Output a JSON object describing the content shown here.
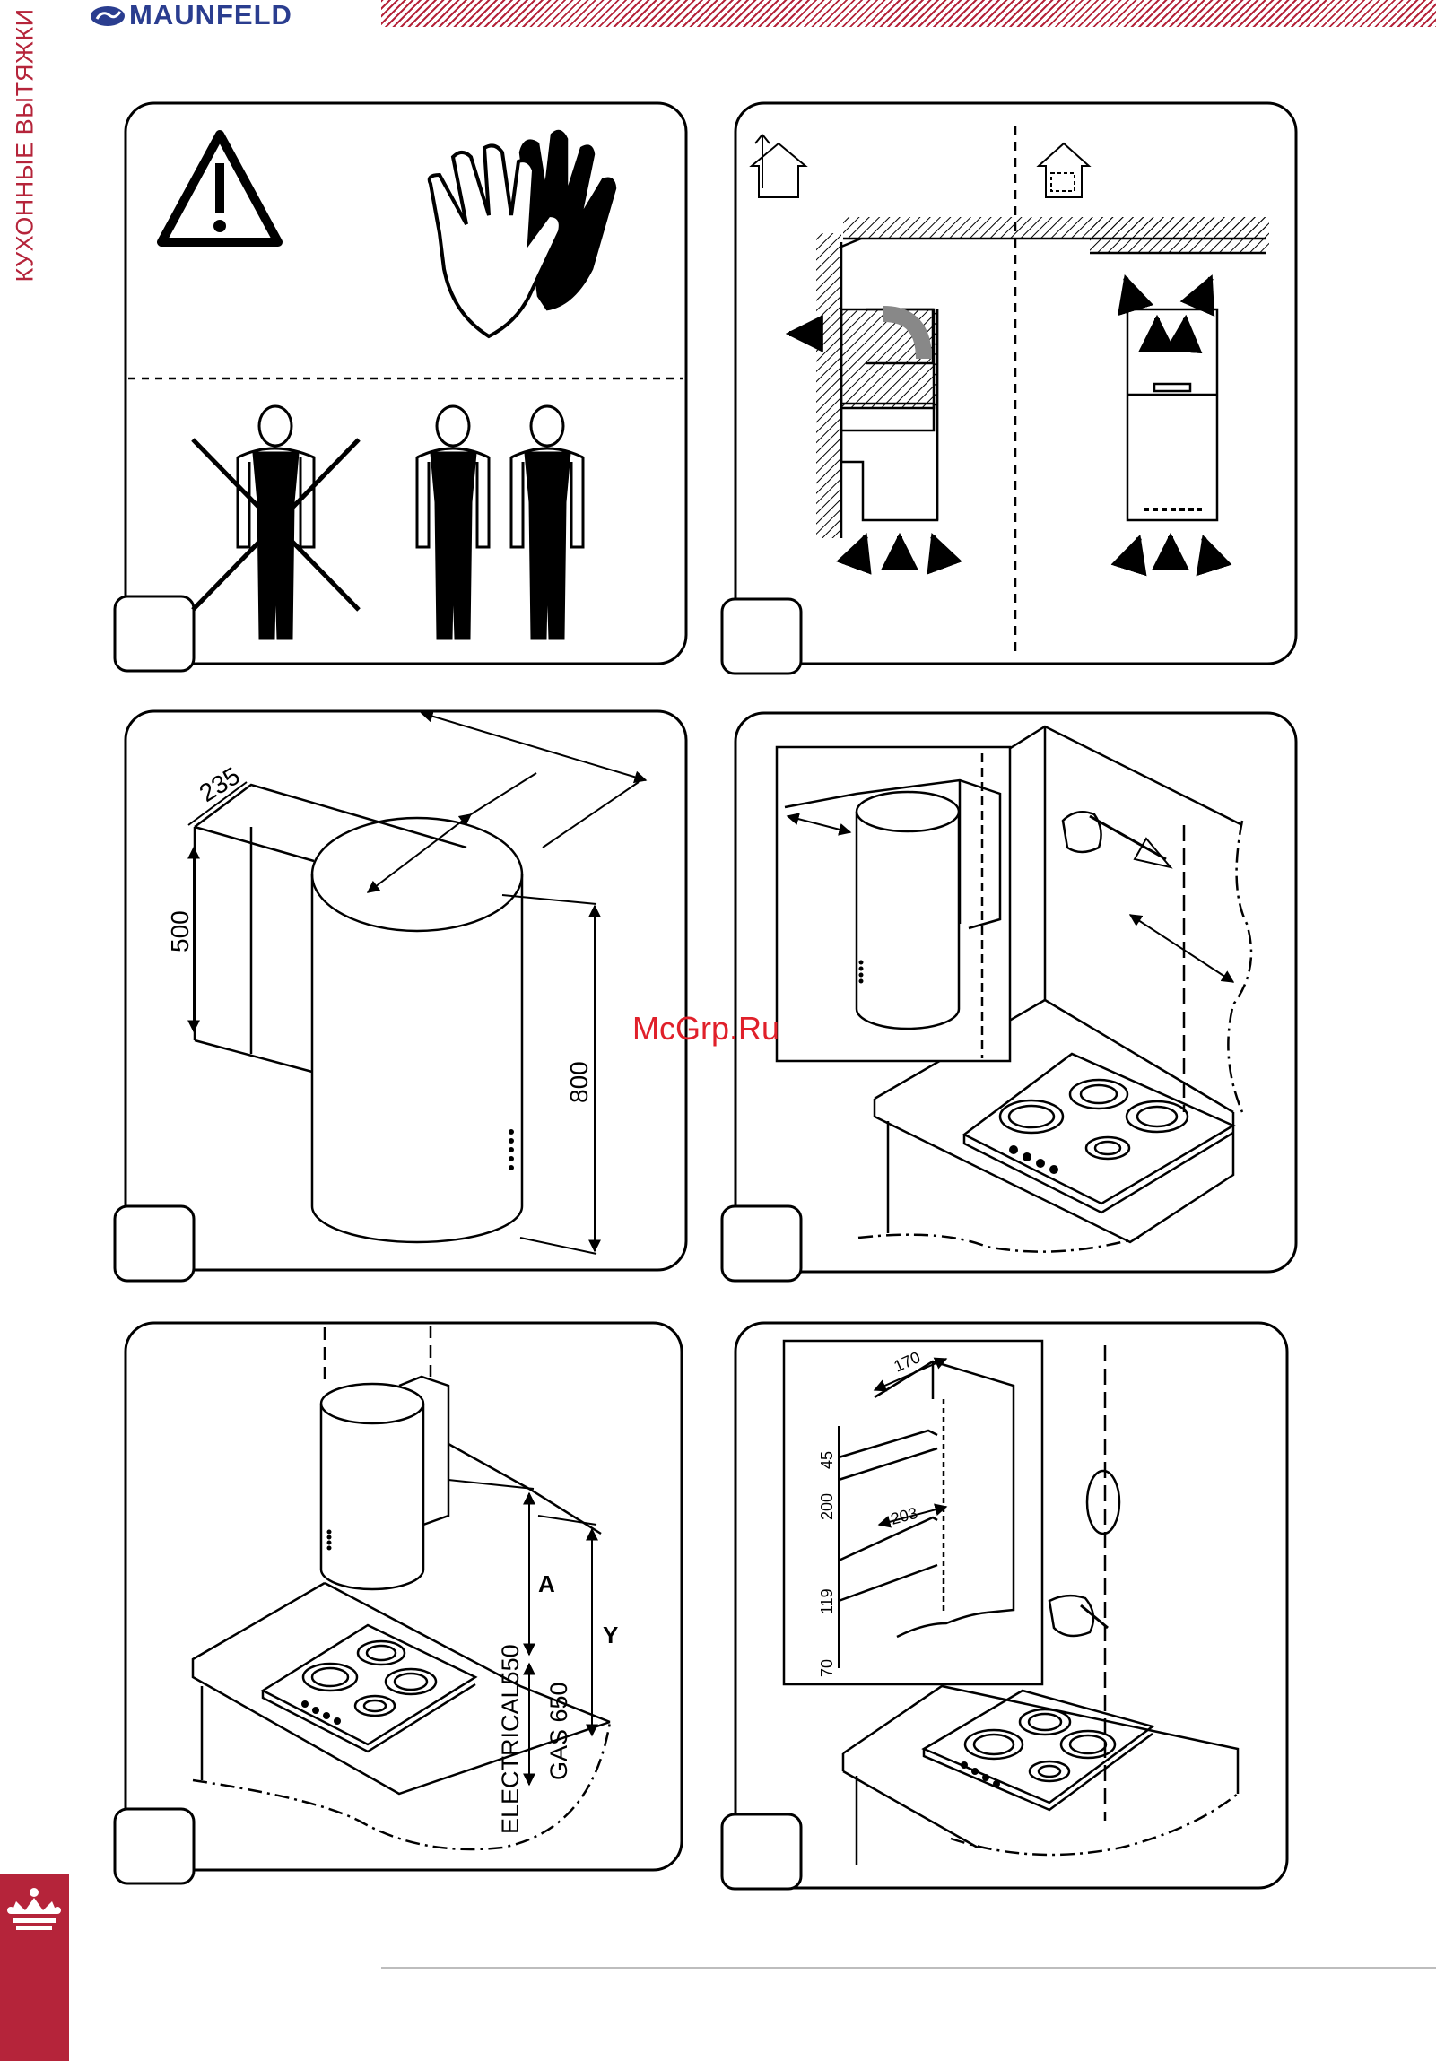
{
  "header": {
    "brand": "MAUNFELD",
    "category": "КУХОННЫЕ ВЫТЯЖКИ"
  },
  "watermark": "McGrp.Ru",
  "colors": {
    "brand_red": "#b5243a",
    "brand_blue": "#2a3d8f",
    "watermark": "#e0202a"
  },
  "panel3": {
    "dims": [
      "235",
      "500",
      "800"
    ]
  },
  "panel5": {
    "labels": [
      "A",
      "Y"
    ],
    "dims": [
      "ELECTRICAL550",
      "GAS 650"
    ]
  },
  "panel6": {
    "dims": [
      "170",
      "45",
      "200",
      "203",
      "119",
      "70"
    ]
  }
}
